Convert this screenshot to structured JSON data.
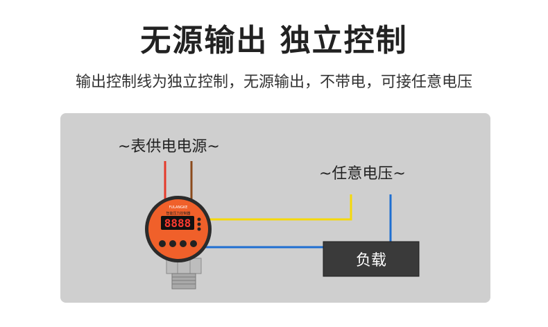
{
  "heading": "无源输出  独立控制",
  "description": "输出控制线为独立控制，无源输出，不带电，可接任意电压",
  "diagram": {
    "meter_power_label": "~表供电电源~",
    "any_voltage_label": "~任意电压~",
    "load_label": "负载",
    "device": {
      "brand": "FULANGKE",
      "name": "智能压力控制器",
      "display": "8888"
    },
    "colors": {
      "panel": "#cfcfcf",
      "wire_red": "#e53a2a",
      "wire_brown": "#8b4a1c",
      "wire_yellow": "#f5d90a",
      "wire_blue": "#1f6fd1",
      "device_orange": "#f0602a",
      "load_box": "#3a3a3a"
    }
  }
}
